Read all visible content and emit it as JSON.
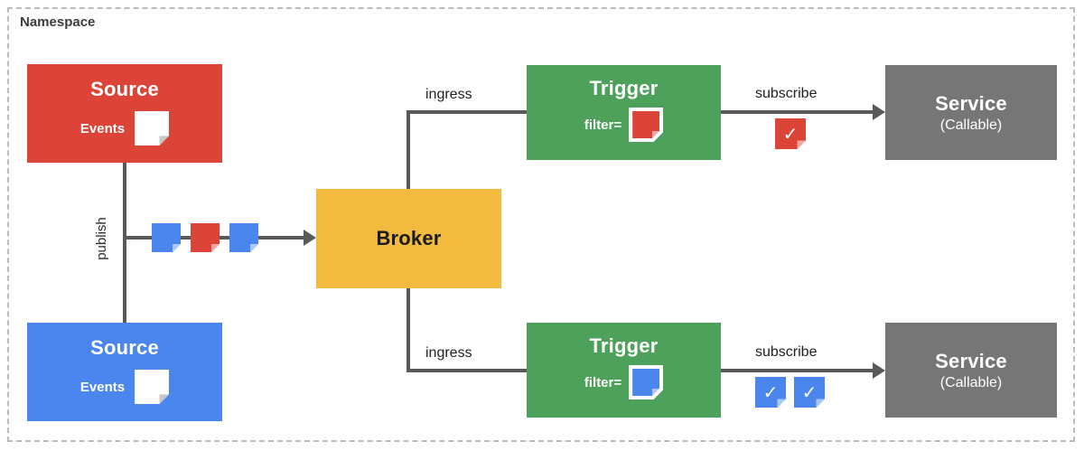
{
  "namespace_label": "Namespace",
  "colors": {
    "red": "#DB4437",
    "blue": "#4A86EE",
    "yellow": "#F3BA40",
    "green": "#4EA15B",
    "gray": "#767676",
    "line": "#595959"
  },
  "nodes": {
    "source_top": {
      "title": "Source",
      "label": "Events"
    },
    "source_bottom": {
      "title": "Source",
      "label": "Events"
    },
    "broker": {
      "title": "Broker"
    },
    "trigger_top": {
      "title": "Trigger",
      "filter_label": "filter="
    },
    "trigger_bottom": {
      "title": "Trigger",
      "filter_label": "filter="
    },
    "service_top": {
      "title": "Service",
      "subtitle": "(Callable)"
    },
    "service_bottom": {
      "title": "Service",
      "subtitle": "(Callable)"
    }
  },
  "labels": {
    "publish": "publish",
    "ingress_top": "ingress",
    "ingress_bottom": "ingress",
    "subscribe_top": "subscribe",
    "subscribe_bottom": "subscribe"
  },
  "icons": {
    "check": "✓",
    "event_note": "folded-corner-note-shape"
  }
}
